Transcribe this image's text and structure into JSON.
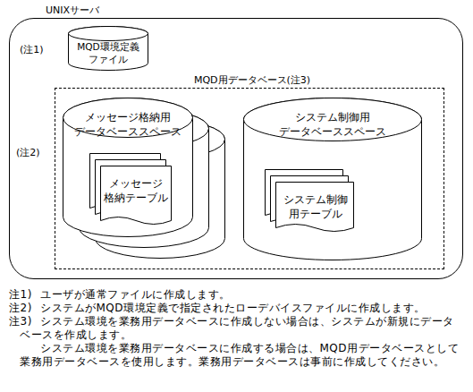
{
  "diagram": {
    "nodes": [
      {
        "text": [
          "UNIXサーバ"
        ]
      },
      {
        "text": [
          "MQD環境定義 ファイル"
        ],
        "in": 0
      },
      {
        "text": [
          "MQD用データベース(注3)"
        ],
        "in": 0
      },
      {
        "text": [
          "メッセージ格納用 データベーススペース"
        ],
        "in": 2
      },
      {
        "text": [
          "メッセージ 格納テーブル"
        ],
        "in": 3
      },
      {
        "text": [
          "システム制御用 データベーススペース"
        ],
        "in": 2
      },
      {
        "text": [
          "システム制御 用テーブル"
        ],
        "in": 5
      }
    ],
    "labels": [
      "(注1)",
      "(注2)",
      "注1)",
      "ユーザが通常ファイルに作成します。",
      "注2)",
      "システムがMQD環境定義で指定されたローデバイスファイルに作成します。",
      "注3)",
      "システム環境を業務用データベースに作成しない場合は、システムが新規にデータベースを作成します。",
      "システム環境を業務用データベースに作成する場合は、MQD用データベースとして業務用データベースを使用します。業務用データベースは事前に作成してください。"
    ]
  }
}
